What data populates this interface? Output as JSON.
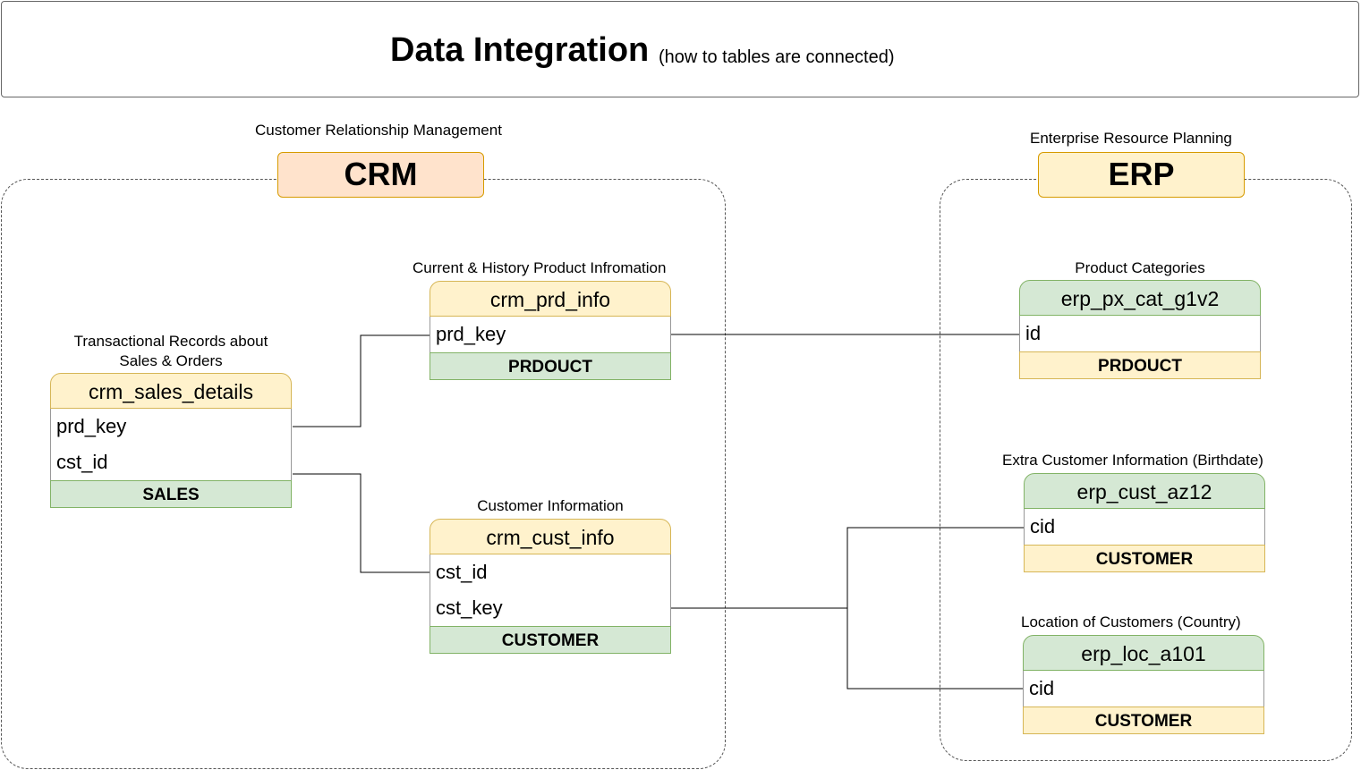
{
  "header": {
    "title": "Data Integration",
    "subtitle": "(how to tables are connected)"
  },
  "groups": {
    "crm": {
      "label": "CRM",
      "caption": "Customer Relationship Management"
    },
    "erp": {
      "label": "ERP",
      "caption": "Enterprise Resource Planning"
    }
  },
  "tables": {
    "crm_sales_details": {
      "caption_line1": "Transactional Records about",
      "caption_line2": "Sales & Orders",
      "name": "crm_sales_details",
      "fields": [
        "prd_key",
        "cst_id"
      ],
      "entity": "SALES"
    },
    "crm_prd_info": {
      "caption": "Current & History Product Infromation",
      "name": "crm_prd_info",
      "fields": [
        "prd_key"
      ],
      "entity": "PRDOUCT"
    },
    "crm_cust_info": {
      "caption": "Customer Information",
      "name": "crm_cust_info",
      "fields": [
        "cst_id",
        "cst_key"
      ],
      "entity": "CUSTOMER"
    },
    "erp_px_cat_g1v2": {
      "caption": "Product Categories",
      "name": "erp_px_cat_g1v2",
      "fields": [
        "id"
      ],
      "entity": "PRDOUCT"
    },
    "erp_cust_az12": {
      "caption": "Extra Customer Information (Birthdate)",
      "name": "erp_cust_az12",
      "fields": [
        "cid"
      ],
      "entity": "CUSTOMER"
    },
    "erp_loc_a101": {
      "caption": "Location of Customers (Country)",
      "name": "erp_loc_a101",
      "fields": [
        "cid"
      ],
      "entity": "CUSTOMER"
    }
  },
  "colors": {
    "header_yellow": "#fff2cc",
    "header_green": "#d5e8d4",
    "crm_badge": "#ffe3cc",
    "erp_badge": "#fff2cc"
  }
}
